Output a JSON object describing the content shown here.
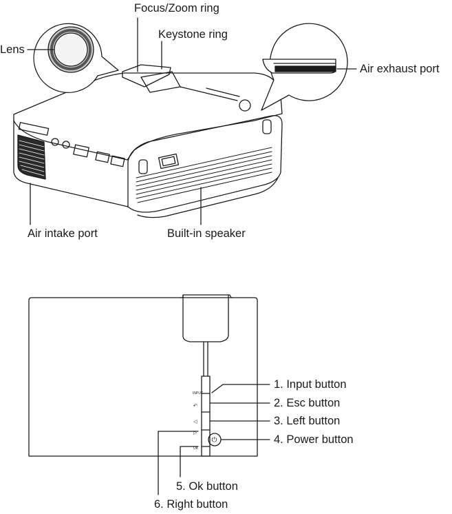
{
  "top_view": {
    "callouts": {
      "focus_zoom": "Focus/Zoom ring",
      "keystone": "Keystone ring",
      "lens": "Lens",
      "air_exhaust": "Air exhaust port",
      "air_intake": "Air intake port",
      "speaker": "Built-in speaker"
    }
  },
  "panel_view": {
    "callouts": {
      "input": "1. Input button",
      "esc": "2. Esc button",
      "left": "3. Left button",
      "power": "4. Power button",
      "ok": "5. Ok button",
      "right": "6. Right button"
    },
    "button_marks": {
      "input": "INPUT",
      "esc": "↶",
      "left": "◁",
      "right": "▷",
      "ok": "OK",
      "power": "⏻"
    }
  }
}
